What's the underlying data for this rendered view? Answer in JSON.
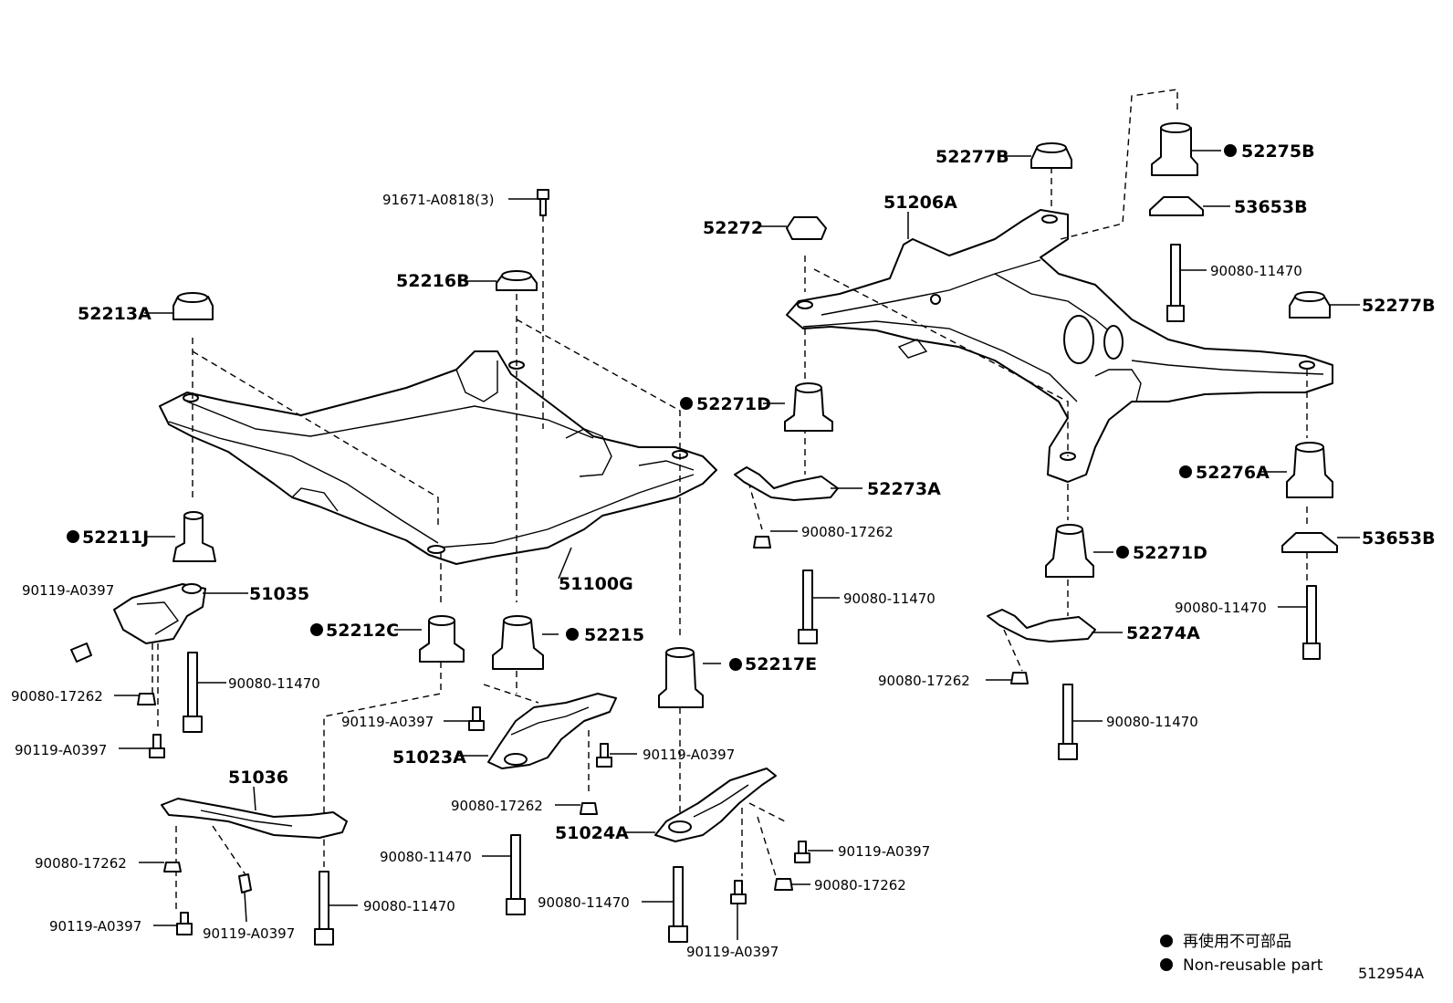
{
  "diagram_code": "512954A",
  "legend": {
    "line1": "再使用不可部品",
    "line2": "Non-reusable part"
  },
  "labels": {
    "p91671": "91671-A0818(3)",
    "p52216B": "52216B",
    "p52213A": "52213A",
    "p52211J": "52211J",
    "p51035": "51035",
    "p90119_a": "90119-A0397",
    "p90080_17262_a": "90080-17262",
    "p90080_11470_a": "90080-11470",
    "p90119_b": "90119-A0397",
    "p52212C": "52212C",
    "p52215": "52215",
    "p51100G": "51100G",
    "p52217E": "52217E",
    "p90119_c": "90119-A0397",
    "p51023A": "51023A",
    "p90119_d": "90119-A0397",
    "p90080_17262_b": "90080-17262",
    "p90080_11470_b": "90080-11470",
    "p51036": "51036",
    "p90080_17262_c": "90080-17262",
    "p90119_e": "90119-A0397",
    "p90119_f": "90119-A0397",
    "p90080_11470_c": "90080-11470",
    "p51024A": "51024A",
    "p90080_11470_d": "90080-11470",
    "p90119_g": "90119-A0397",
    "p90119_h": "90119-A0397",
    "p90080_17262_d": "90080-17262",
    "p52277B_a": "52277B",
    "p51206A": "51206A",
    "p52272": "52272",
    "p52275B": "52275B",
    "p53653B_a": "53653B",
    "p90080_11470_e": "90080-11470",
    "p52277B_b": "52277B",
    "p52271D_a": "52271D",
    "p52273A": "52273A",
    "p90080_17262_e": "90080-17262",
    "p90080_11470_f": "90080-11470",
    "p52276A": "52276A",
    "p53653B_b": "53653B",
    "p52271D_b": "52271D",
    "p90080_11470_g": "90080-11470",
    "p52274A": "52274A",
    "p90080_17262_f": "90080-17262",
    "p90080_11470_h": "90080-11470"
  }
}
